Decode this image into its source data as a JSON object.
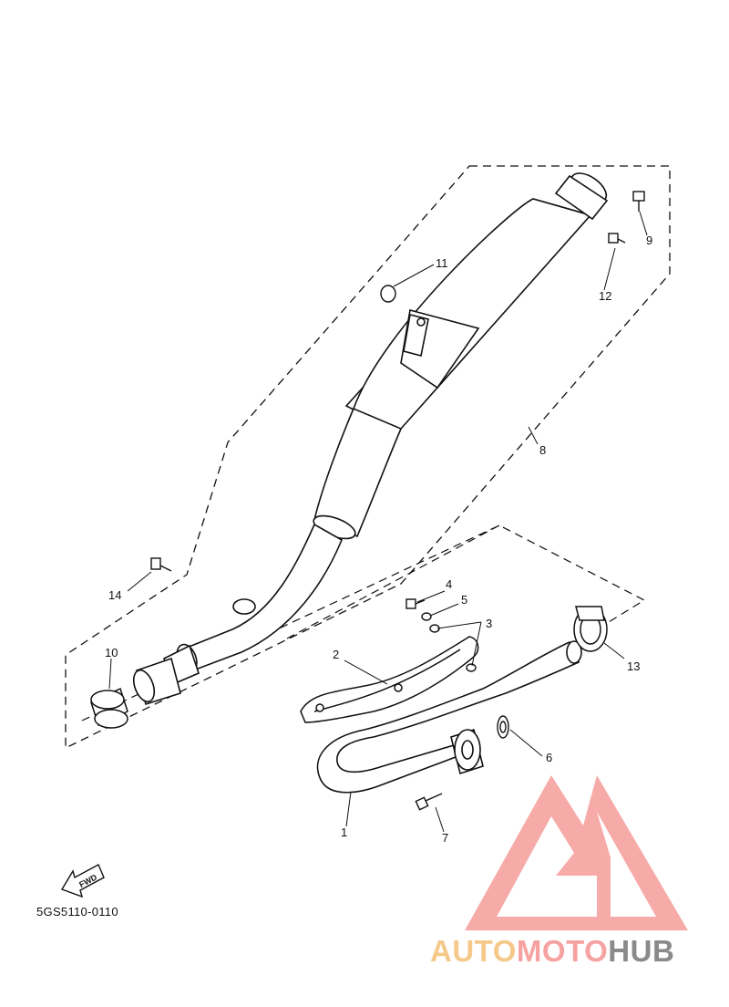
{
  "diagram": {
    "part_code": "5GS5110-0110",
    "forward_label": "FWD",
    "callouts": [
      "1",
      "2",
      "3",
      "4",
      "5",
      "6",
      "7",
      "8",
      "9",
      "10",
      "11",
      "12",
      "13",
      "14"
    ]
  },
  "watermark": {
    "brand_part1": "AUTO",
    "brand_part2": "MOTO",
    "brand_part3": "HUB",
    "colors": {
      "triangle": "#f6a2a0",
      "auto": "#f5c98a",
      "moto": "#f6a2a0",
      "hub": "#8a8a8a"
    }
  }
}
